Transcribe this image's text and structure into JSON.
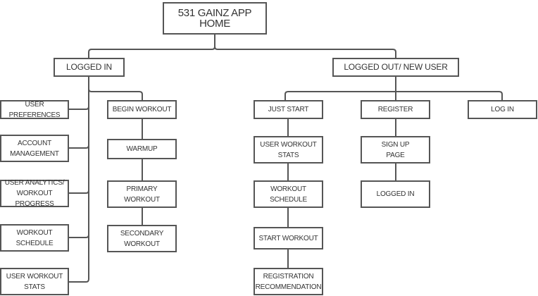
{
  "diagram": {
    "root": "531 GAINZ APP HOME",
    "logged_in": {
      "title": "LOGGED IN",
      "settings": [
        "USER PREFERENCES",
        "ACCOUNT\nMANAGEMENT",
        "USER ANALYTICS/\nWORKOUT PROGRESS",
        "WORKOUT SCHEDULE",
        "USER WORKOUT\nSTATS"
      ],
      "workout_flow": [
        "BEGIN WORKOUT",
        "WARMUP",
        "PRIMARY\nWORKOUT",
        "SECONDARY\nWORKOUT"
      ]
    },
    "logged_out": {
      "title": "LOGGED OUT/ NEW USER",
      "just_start_flow": [
        "JUST START",
        "USER WORKOUT\nSTATS",
        "WORKOUT SCHEDULE",
        "START WORKOUT",
        "REGISTRATION\nRECOMMENDATION"
      ],
      "register_flow": [
        "REGISTER",
        "SIGN UP\nPAGE",
        "LOGGED IN"
      ],
      "login": "LOG IN"
    }
  },
  "colors": {
    "line": "#555555",
    "border": "#555555",
    "text": "#333333"
  }
}
